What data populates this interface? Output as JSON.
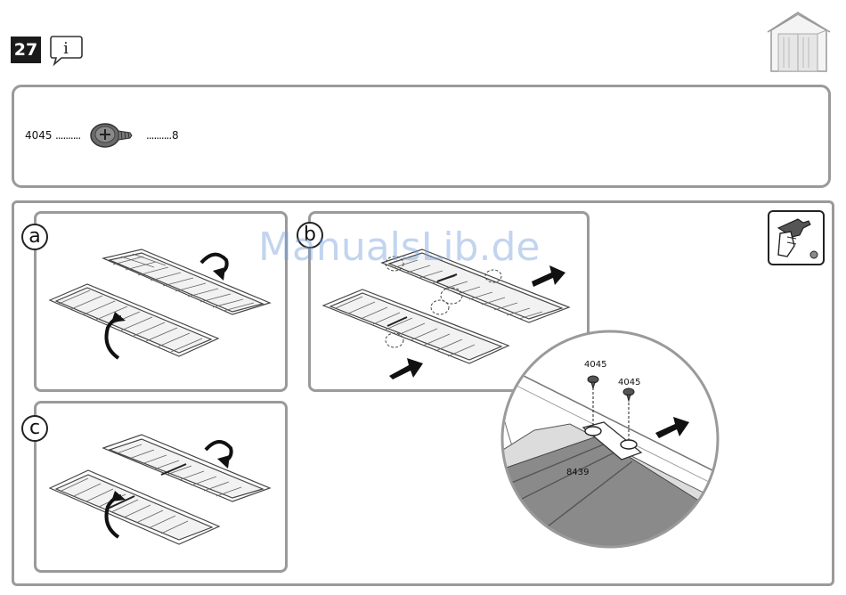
{
  "step": {
    "number": "27"
  },
  "parts": {
    "code": "4045",
    "dots_left": "..........",
    "dots_right": "..........",
    "quantity": "8"
  },
  "panels": {
    "a": {
      "label": "a"
    },
    "b": {
      "label": "b"
    },
    "c": {
      "label": "c"
    }
  },
  "detail": {
    "callout_1": "4045",
    "callout_2": "4045",
    "part_label": "8439"
  },
  "watermark": "ManualsLib.de"
}
